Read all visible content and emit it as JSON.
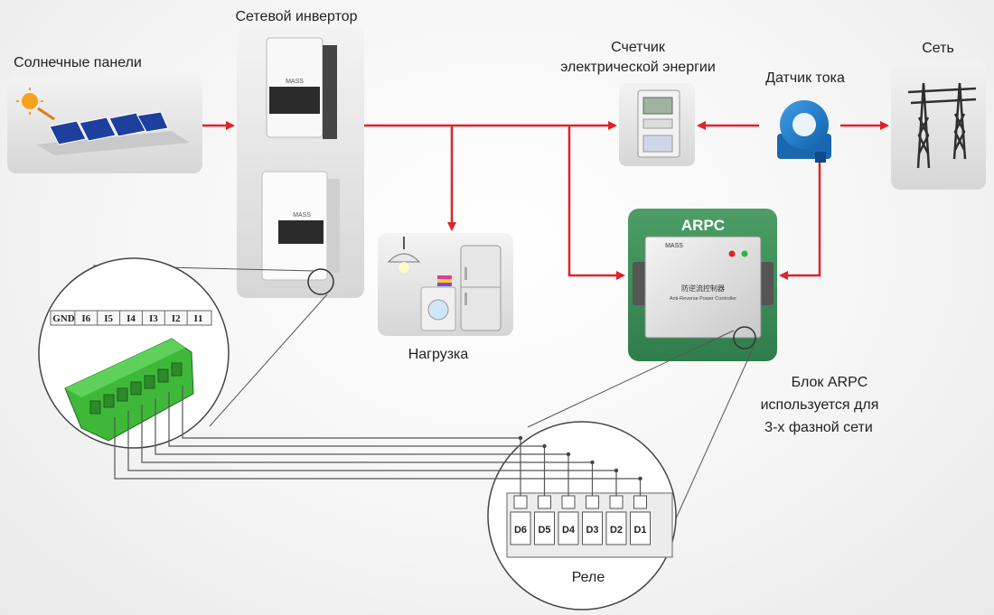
{
  "labels": {
    "solar_panels": "Солнечные панели",
    "grid_inverter": "Сетевой инвертор",
    "meter_line1": "Счетчик",
    "meter_line2": "электрической энергии",
    "current_sensor": "Датчик тока",
    "grid": "Сеть",
    "load": "Нагрузка",
    "arpc_title": "ARPC",
    "arpc_note_line1": "Блок ARPC",
    "arpc_note_line2": "используется для",
    "arpc_note_line3": "3-х фазной сети",
    "relay": "Реле"
  },
  "terminal_labels": [
    "GND",
    "I6",
    "I5",
    "I4",
    "I3",
    "I2",
    "I1"
  ],
  "relay_channels": [
    "D6",
    "D5",
    "D4",
    "D3",
    "D2",
    "D1"
  ],
  "device_text": {
    "inverter_brand": "MASS",
    "arpc_chinese": "防逆流控制器",
    "arpc_subtitle": "Anti-Reverse Power Controller"
  },
  "colors": {
    "flow_line": "#e0222b",
    "arpc_green": "#3d8f5a",
    "terminal_green": "#3fb83a",
    "connector_line": "#555555"
  }
}
